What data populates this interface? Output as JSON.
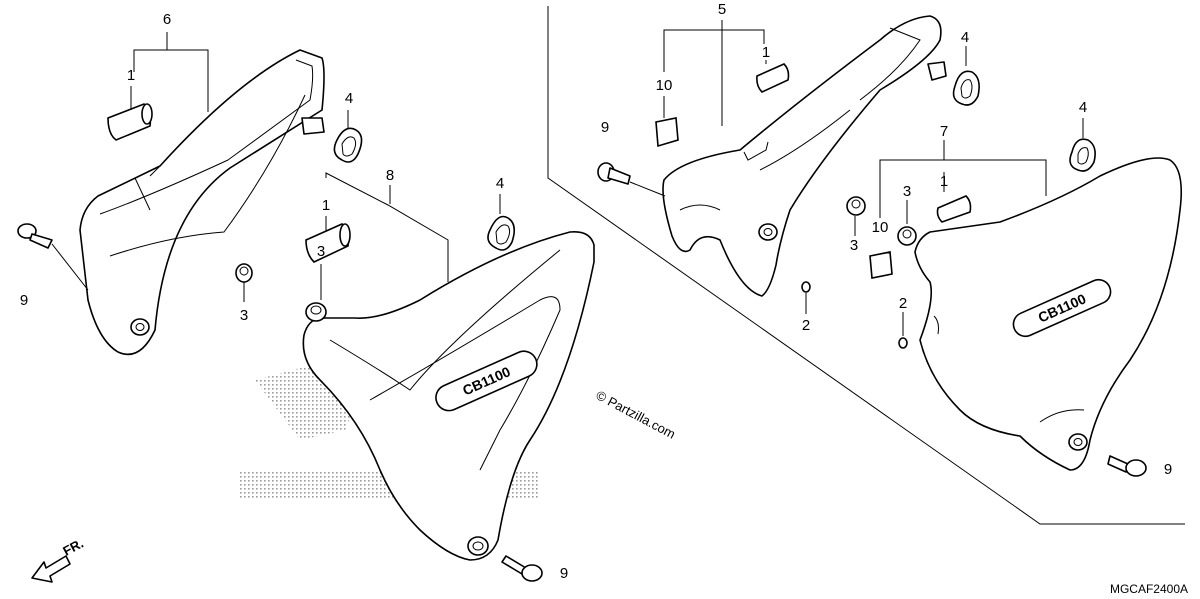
{
  "diagram_code": "MGCAF2400A",
  "watermark": "© Partzilla.com",
  "direction_label": "FR.",
  "logo_text": "CB1100",
  "callouts": {
    "l_1": "1",
    "l_2": "2",
    "l_3": "3",
    "l_4": "4",
    "l_5": "5",
    "l_6": "6",
    "l_7": "7",
    "l_8": "8",
    "l_9": "9",
    "l_10": "10"
  }
}
